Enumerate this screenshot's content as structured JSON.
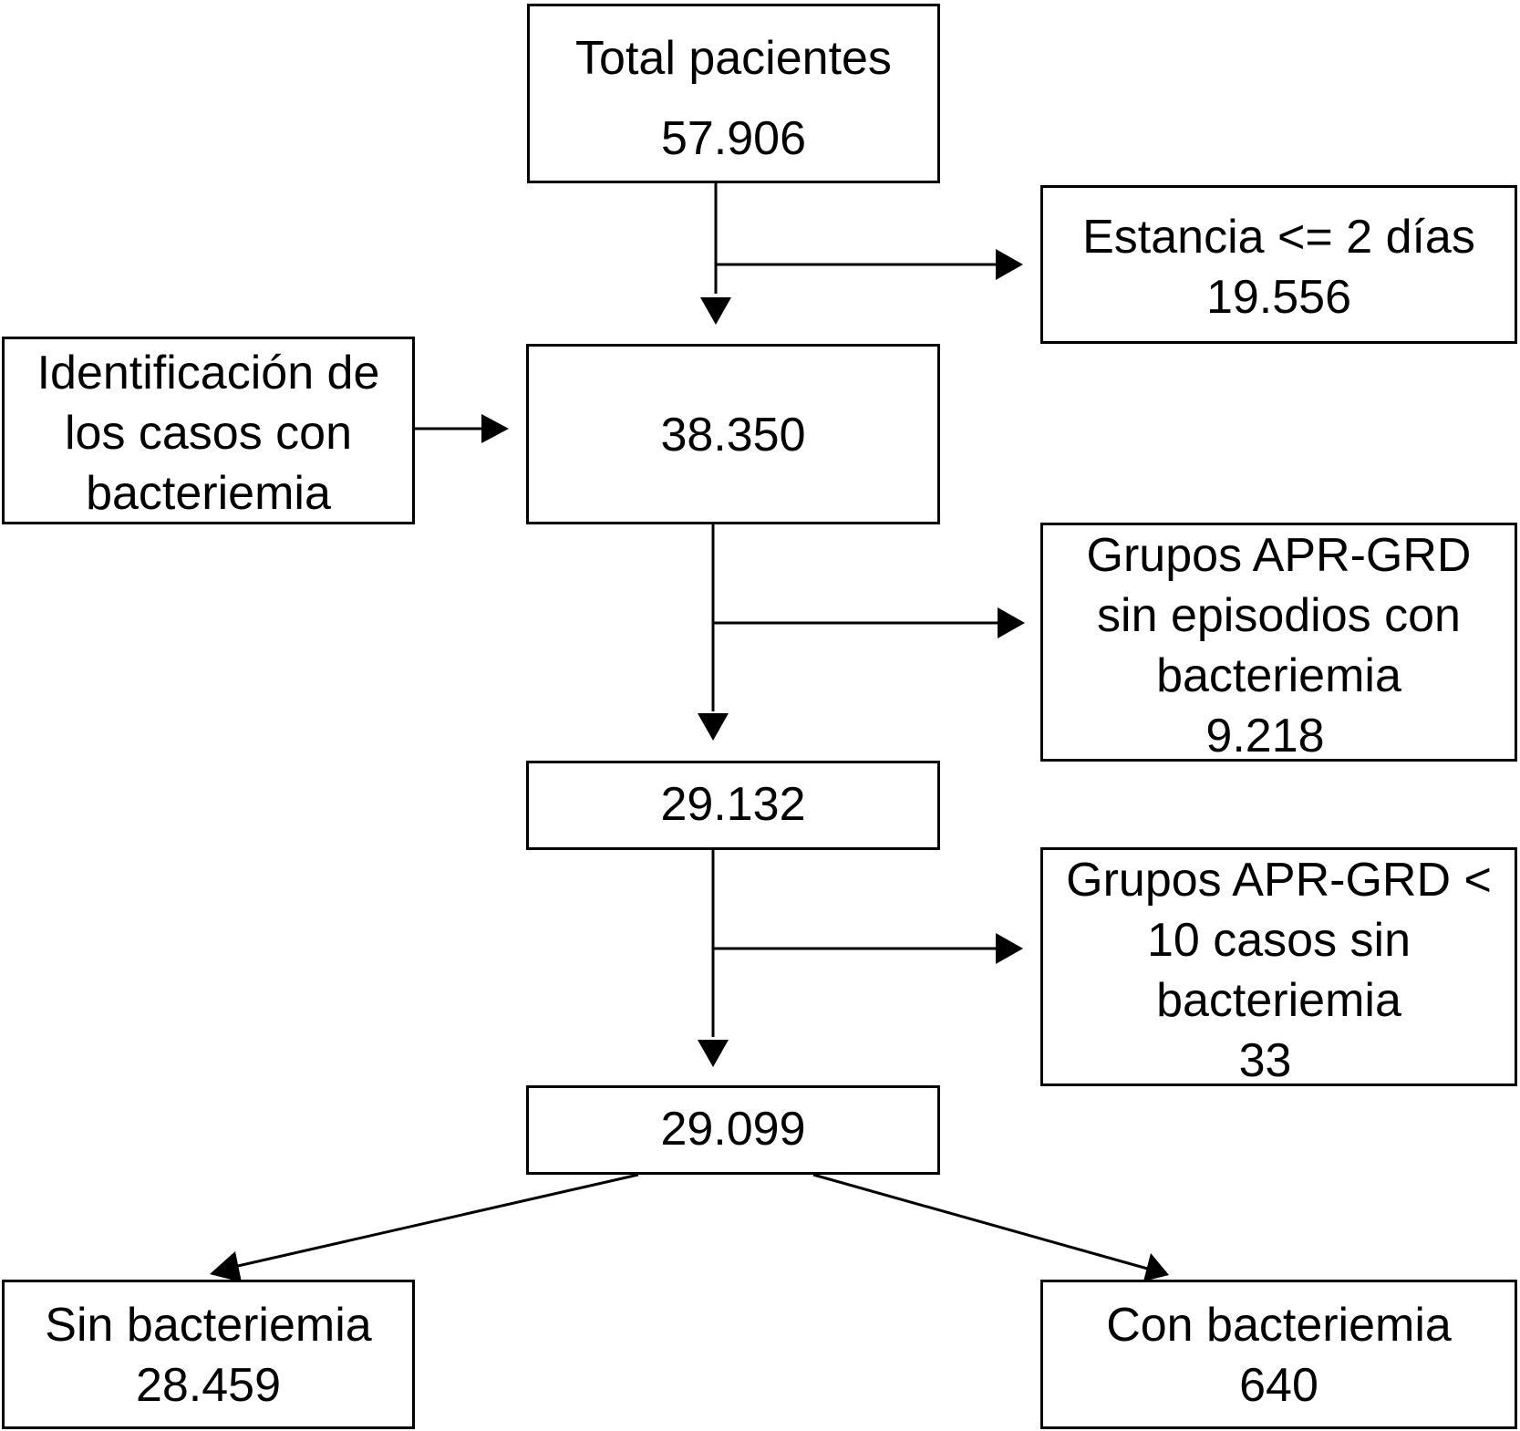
{
  "flowchart": {
    "total": {
      "label": "Total pacientes",
      "value": "57.906"
    },
    "excluded_stay": {
      "label": "Estancia <= 2 días",
      "value": "19.556"
    },
    "identification": {
      "lines": [
        "Identificación de",
        "los casos con",
        "bacteriemia"
      ]
    },
    "step_2": {
      "value": "38.350"
    },
    "excluded_groups_no_episodes": {
      "lines": [
        "Grupos APR-GRD",
        "sin episodios con",
        "bacteriemia"
      ],
      "value": "9.218"
    },
    "step_3": {
      "value": "29.132"
    },
    "excluded_small_groups": {
      "lines": [
        "Grupos APR-GRD <",
        "10 casos sin",
        "bacteriemia"
      ],
      "value": "33"
    },
    "step_4": {
      "value": "29.099"
    },
    "without_bacteremia": {
      "label": "Sin bacteriemia",
      "value": "28.459"
    },
    "with_bacteremia": {
      "label": "Con bacteriemia",
      "value": "640"
    }
  }
}
